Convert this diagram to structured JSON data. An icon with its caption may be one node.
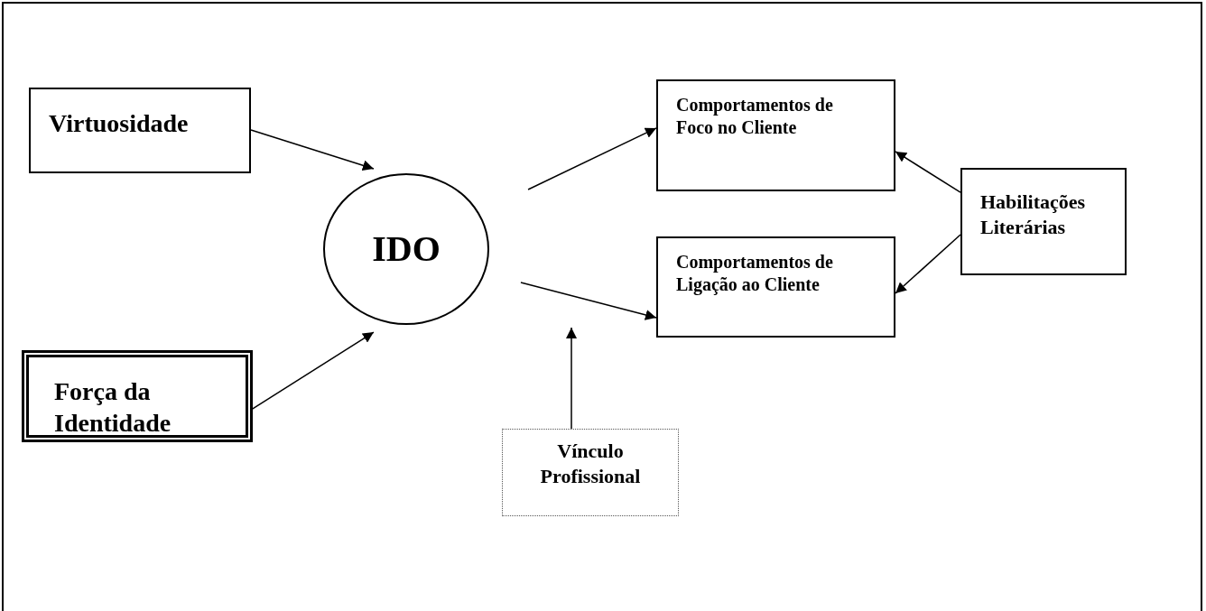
{
  "diagram": {
    "nodes": [
      {
        "text": [
          "Virtuosidade"
        ]
      },
      {
        "text": [
          "Força da Identidade"
        ]
      },
      {
        "text": [
          "IDO"
        ]
      },
      {
        "text": [
          "Comportamentos de Foco no Cliente"
        ]
      },
      {
        "text": [
          "Comportamentos de Ligação ao Cliente"
        ]
      },
      {
        "text": [
          "Habilitações Literárias"
        ]
      },
      {
        "text": [
          "Vínculo Profissional"
        ]
      }
    ],
    "edges": [
      {
        "from": 0,
        "to": 2,
        "arrow": "to"
      },
      {
        "from": 1,
        "to": 2,
        "arrow": "to"
      },
      {
        "from": 2,
        "to": 3,
        "arrow": "to"
      },
      {
        "from": 2,
        "to": 4,
        "arrow": "to"
      },
      {
        "from": 5,
        "to": 3,
        "arrow": "to"
      },
      {
        "from": 5,
        "to": 4,
        "arrow": "to"
      },
      {
        "from": 6,
        "to": null,
        "arrow": "to"
      }
    ]
  }
}
